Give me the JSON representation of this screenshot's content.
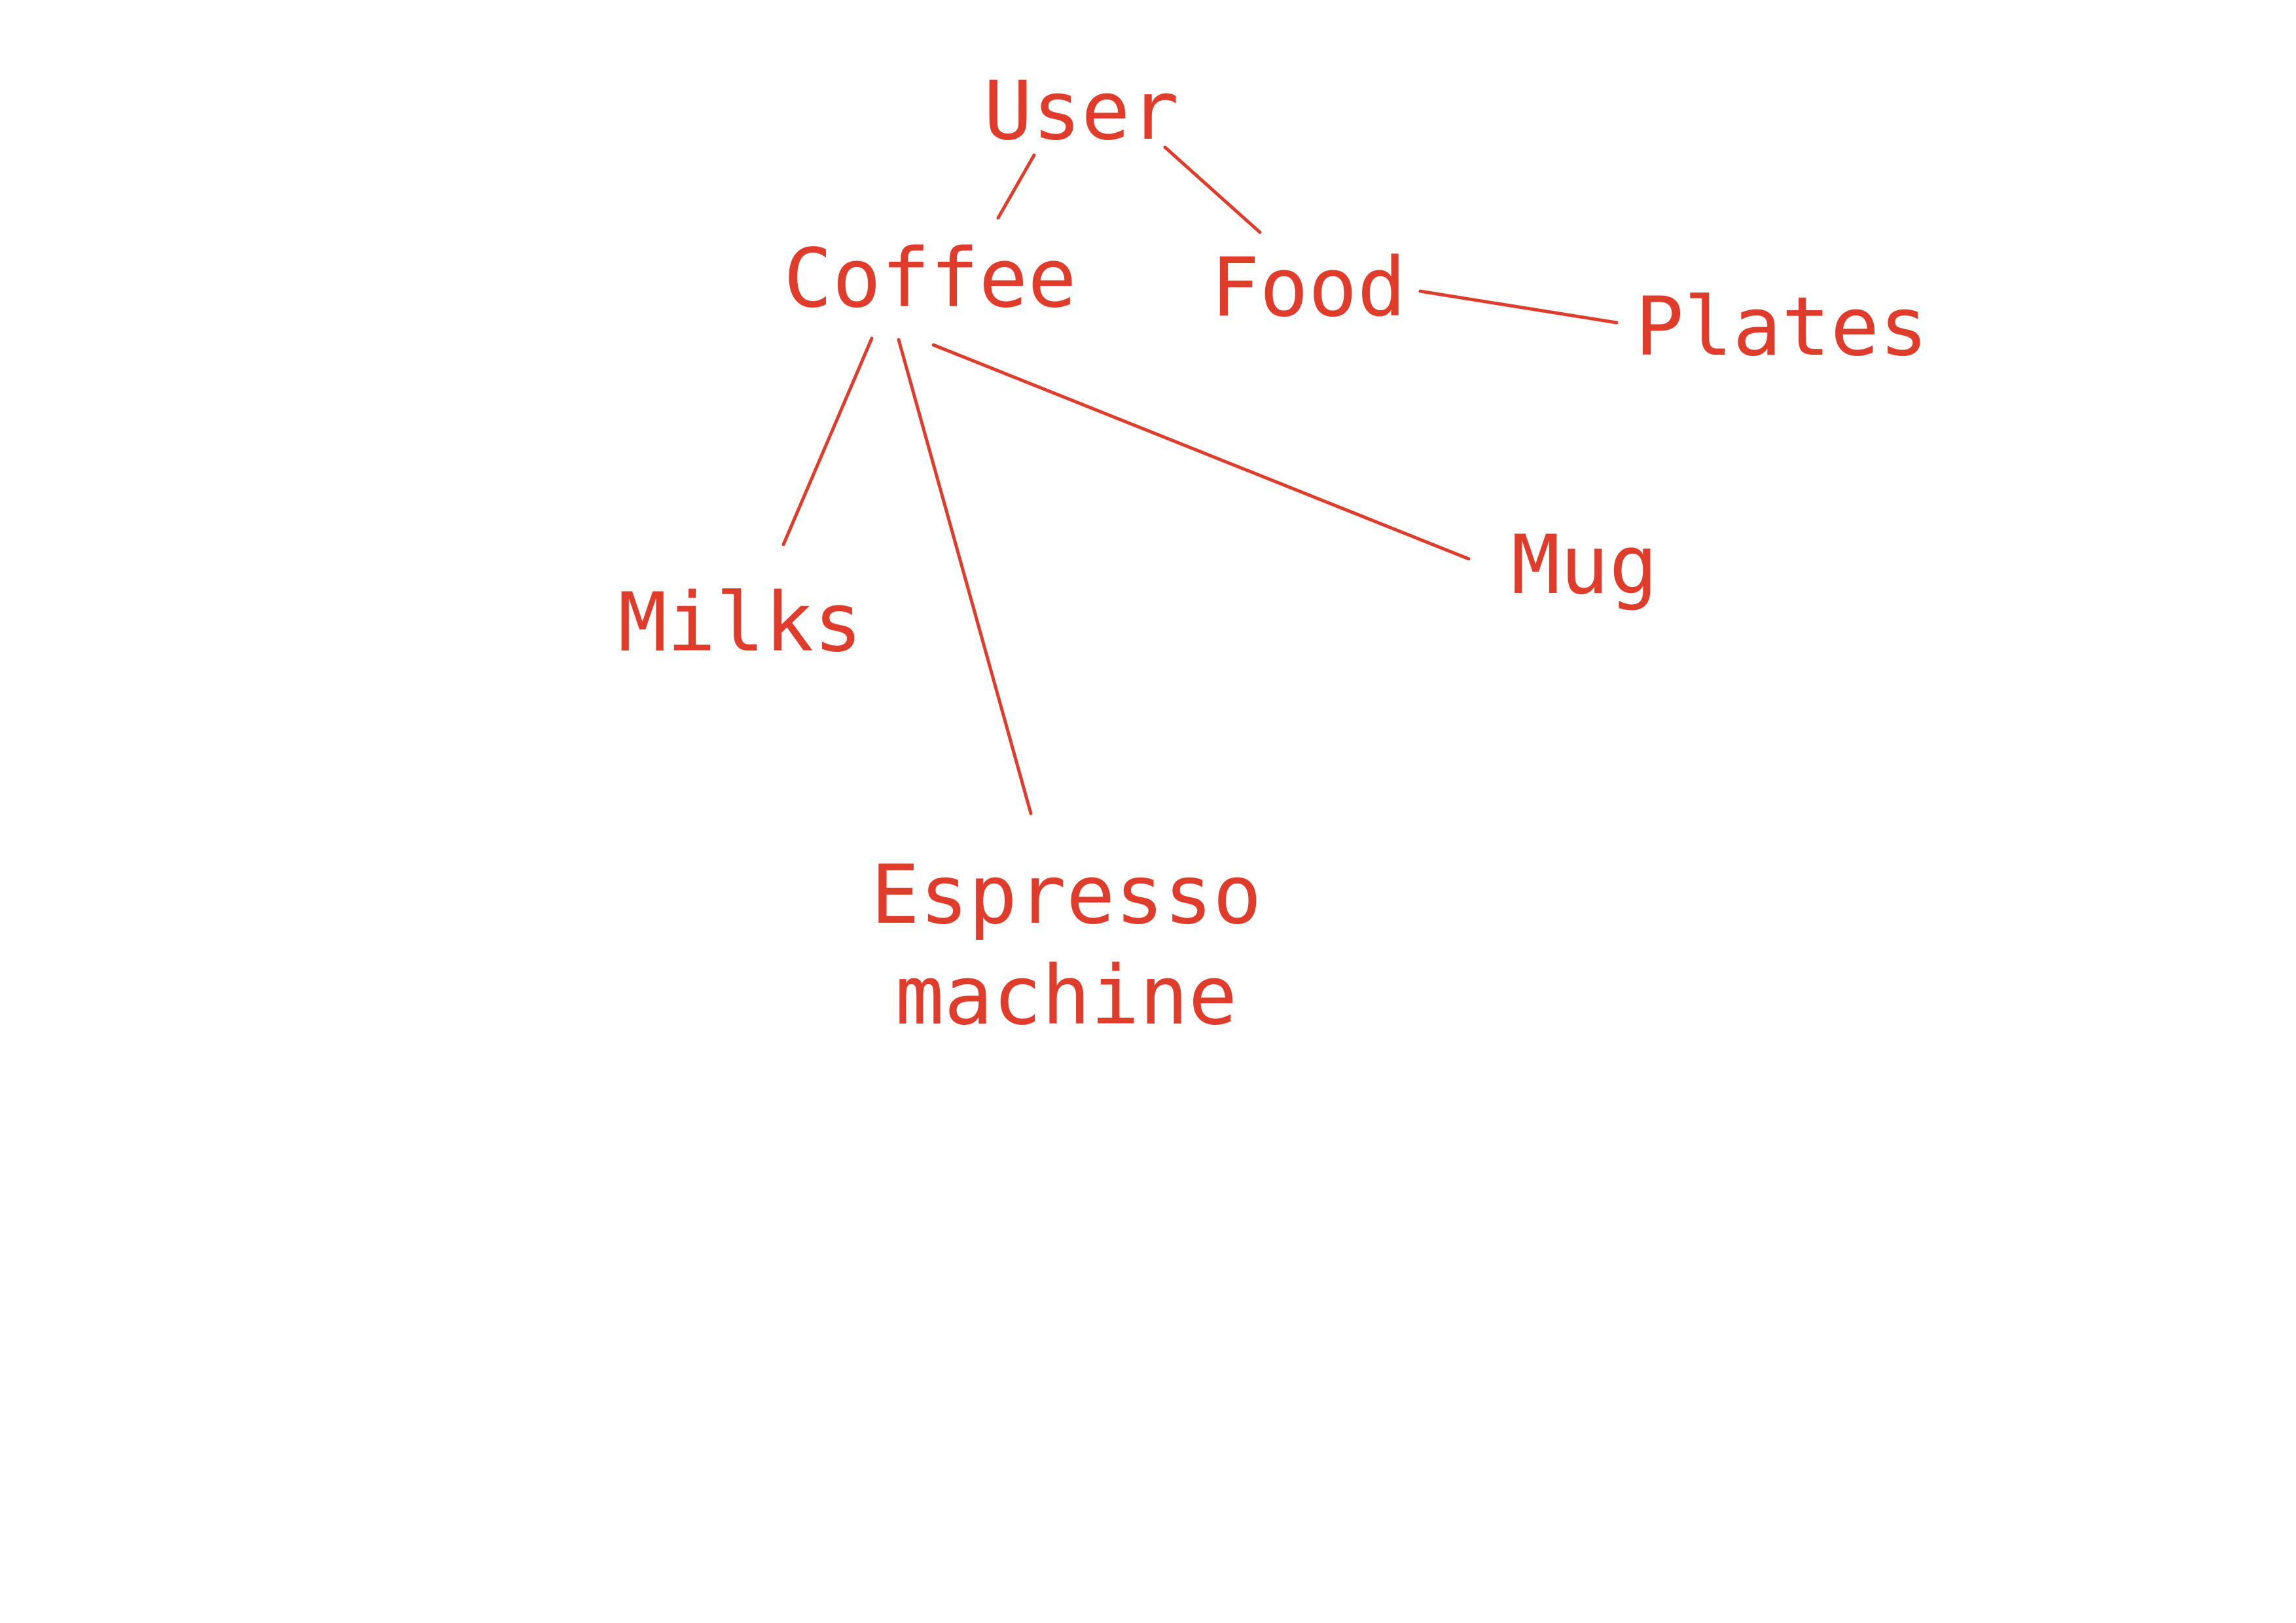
{
  "colors": {
    "ink": "#e03c2c",
    "background": "#ffffff"
  },
  "nodes": {
    "user": "User",
    "coffee": "Coffee",
    "food": "Food",
    "plates": "Plates",
    "milks": "Milks",
    "mug": "Mug",
    "espresso_line1": "Espresso",
    "espresso_line2": "machine"
  },
  "edges": [
    {
      "from": "user",
      "to": "coffee"
    },
    {
      "from": "user",
      "to": "food"
    },
    {
      "from": "food",
      "to": "plates"
    },
    {
      "from": "coffee",
      "to": "milks"
    },
    {
      "from": "coffee",
      "to": "espresso"
    },
    {
      "from": "coffee",
      "to": "mug"
    }
  ]
}
